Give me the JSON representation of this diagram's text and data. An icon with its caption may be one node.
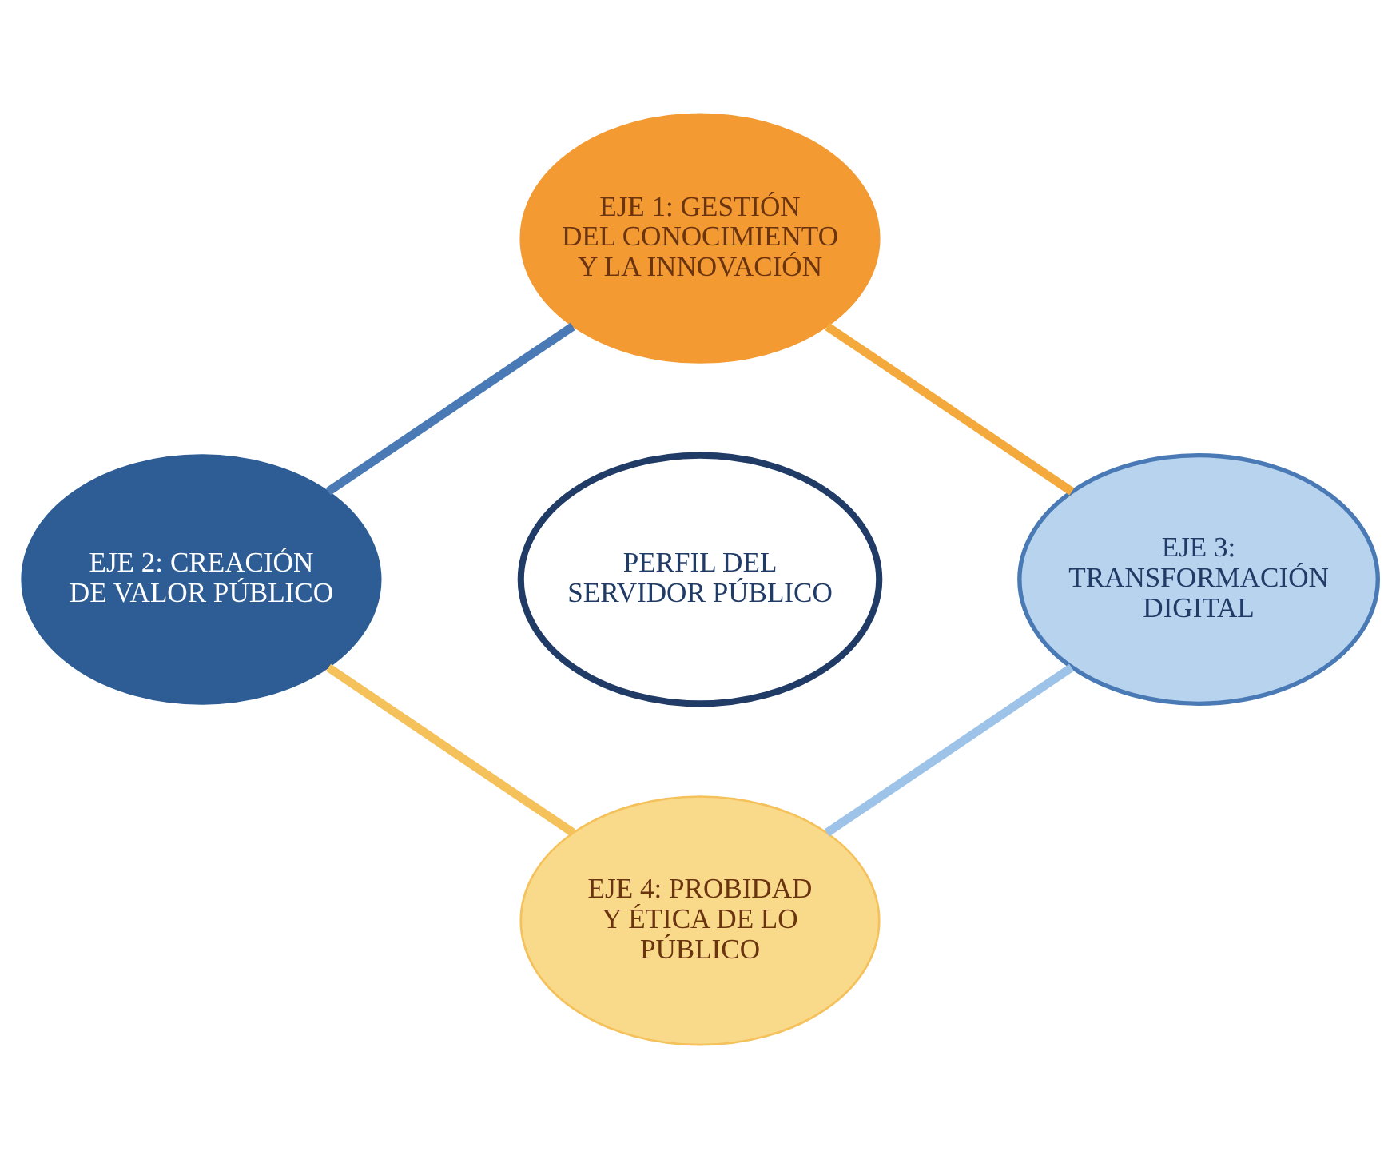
{
  "diagram": {
    "nodes": [
      {
        "text": [
          "EJE 1: GESTIÓN DEL CONOCIMIENTO Y LA INNOVACIÓN"
        ]
      },
      {
        "text": [
          "EJE 2: CREACIÓN DE VALOR PÚBLICO"
        ]
      },
      {
        "text": [
          "PERFIL DEL SERVIDOR PÚBLICO"
        ]
      },
      {
        "text": [
          "EJE 3: TRANSFORMACIÓN DIGITAL"
        ]
      },
      {
        "text": [
          "EJE 4: PROBIDAD Y ÉTICA DE LO PÚBLICO"
        ]
      }
    ],
    "edges": [
      {
        "from": 0,
        "to": 3,
        "arrow": "none",
        "color": "#f4a93c"
      },
      {
        "from": 3,
        "to": 4,
        "arrow": "none",
        "color": "#9ec3e8"
      },
      {
        "from": 4,
        "to": 1,
        "arrow": "none",
        "color": "#f5c15a"
      },
      {
        "from": 1,
        "to": 0,
        "arrow": "none",
        "color": "#4a7ab5"
      }
    ]
  }
}
